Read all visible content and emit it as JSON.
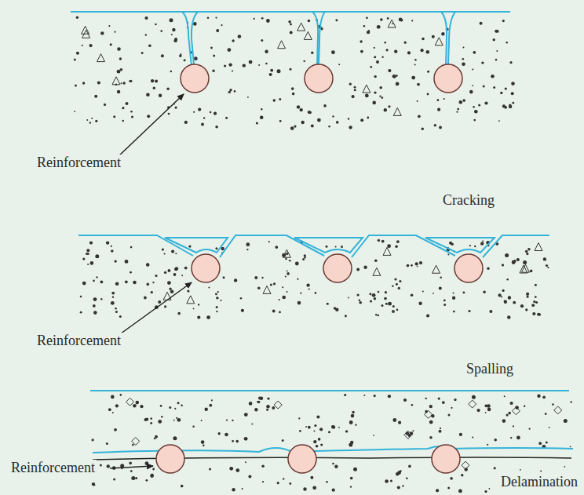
{
  "diagram": {
    "labels": [
      "Reinforcement",
      "Cracking",
      "Reinforcement",
      "Spalling",
      "Reinforcement",
      "Delamination"
    ]
  }
}
